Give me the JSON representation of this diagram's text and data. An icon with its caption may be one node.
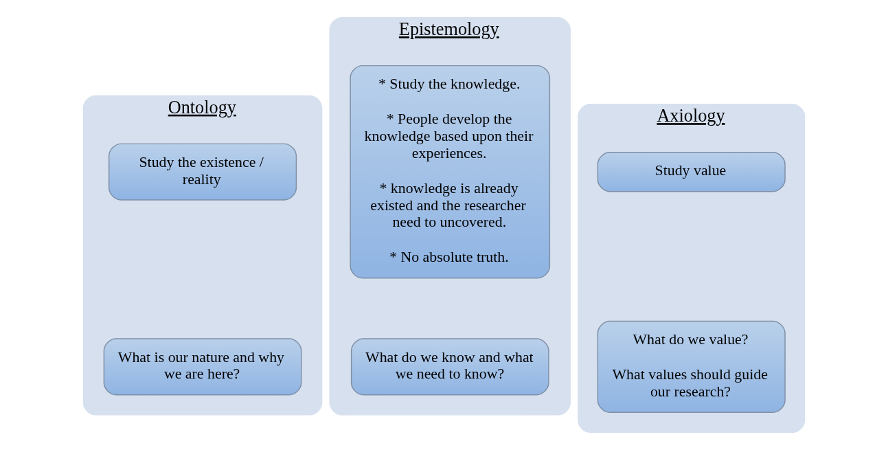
{
  "diagram": {
    "nodes": [
      {
        "text": [
          "Ontology"
        ]
      },
      {
        "text": [
          "Study the existence / reality"
        ],
        "in": 0
      },
      {
        "text": [
          "What is our nature and why we are here?"
        ],
        "in": 0
      },
      {
        "text": [
          "Epistemology"
        ]
      },
      {
        "text": [
          "* Study the knowledge.",
          "* People develop the knowledge based upon their experiences.",
          "* knowledge is already existed and the researcher need to uncovered.",
          "* No absolute truth."
        ],
        "in": 3
      },
      {
        "text": [
          "What do we know and what we need to know?"
        ],
        "in": 3
      },
      {
        "text": [
          "Axiology"
        ]
      },
      {
        "text": [
          "Study value"
        ],
        "in": 6
      },
      {
        "text": [
          "What do we value?",
          "What values should guide our research?"
        ],
        "in": 6
      }
    ],
    "edges": []
  }
}
